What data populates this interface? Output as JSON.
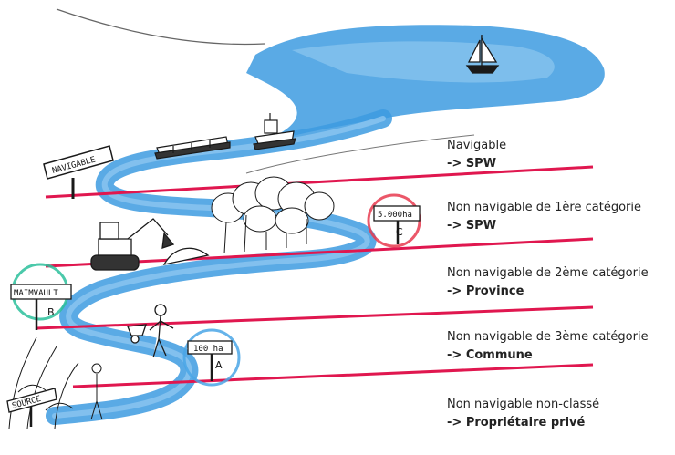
{
  "categories": [
    {
      "name": "Navigable",
      "manager": "-> SPW"
    },
    {
      "name": "Non navigable de 1ère catégorie",
      "manager": "-> SPW"
    },
    {
      "name": "Non navigable de 2ème catégorie",
      "manager": "-> Province"
    },
    {
      "name": "Non navigable de 3ème catégorie",
      "manager": "-> Commune"
    },
    {
      "name": "Non navigable non-classé",
      "manager": "-> Propriétaire privé"
    }
  ],
  "signs": {
    "navigable": "NAVIGABLE",
    "sign_c_top": "5.000ha",
    "sign_c_letter": "C",
    "sign_b_top": "MAIMVAULT",
    "sign_b_letter": "B",
    "sign_a_top": "100 ha",
    "sign_a_letter": "A",
    "source": "SOURCE"
  },
  "colors": {
    "boundary_line": "#e0174f",
    "water": "#3d9be0",
    "water_light": "#8cc6f0",
    "circle_c": "#e8394f",
    "circle_b": "#2bbf9b",
    "circle_a": "#4aa6e6",
    "ink": "#1a1a1a"
  }
}
